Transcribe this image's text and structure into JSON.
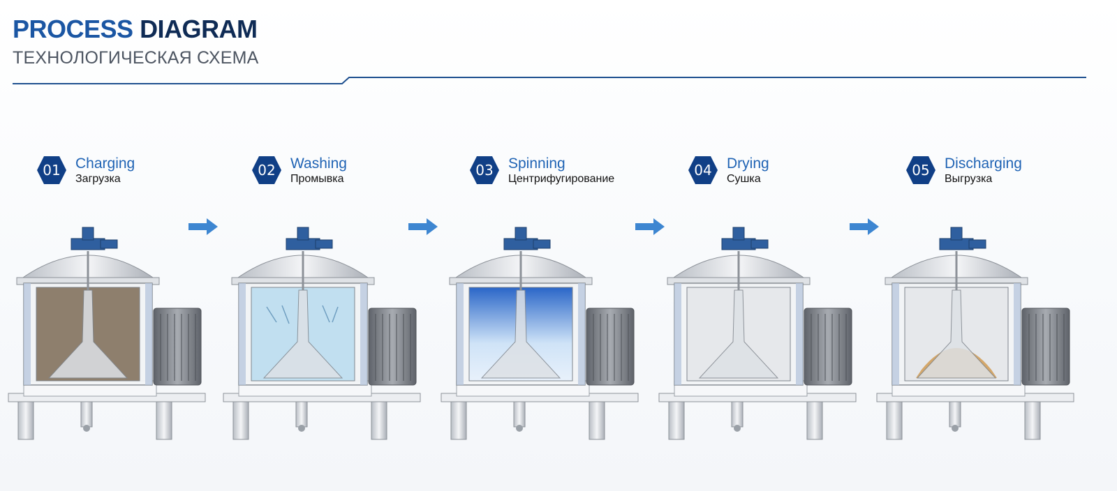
{
  "header": {
    "title_part1": "PROCESS",
    "title_part2": "DIAGRAM",
    "subtitle": "ТЕХНОЛОГИЧЕСКАЯ СХЕМА"
  },
  "steps": [
    {
      "number": "01",
      "label_en": "Charging",
      "label_ru": "Загрузка",
      "fill": "charging"
    },
    {
      "number": "02",
      "label_en": "Washing",
      "label_ru": "Промывка",
      "fill": "washing"
    },
    {
      "number": "03",
      "label_en": "Spinning",
      "label_ru": "Центрифугирование",
      "fill": "spinning"
    },
    {
      "number": "04",
      "label_en": "Drying",
      "label_ru": "Сушка",
      "fill": "drying"
    },
    {
      "number": "05",
      "label_en": "Discharging",
      "label_ru": "Выгрузка",
      "fill": "discharging"
    }
  ],
  "colors": {
    "title_blue": "#1b56a3",
    "title_dark": "#0f2b55",
    "hex_badge": "#103f86",
    "step_label_blue": "#1f63b4",
    "arrow_blue": "#3d86d1",
    "rule": "#1d4f8f",
    "slurry_brown": "#7c6a55",
    "wash_blue": "#b9dbef",
    "spin_blue": "#2a66c8",
    "cake_tan": "#d4a76a",
    "motor_gray": "#7b7f86"
  },
  "icons": {
    "step_badge": "hexagon-badge-icon",
    "flow_arrow": "arrow-right-icon"
  }
}
